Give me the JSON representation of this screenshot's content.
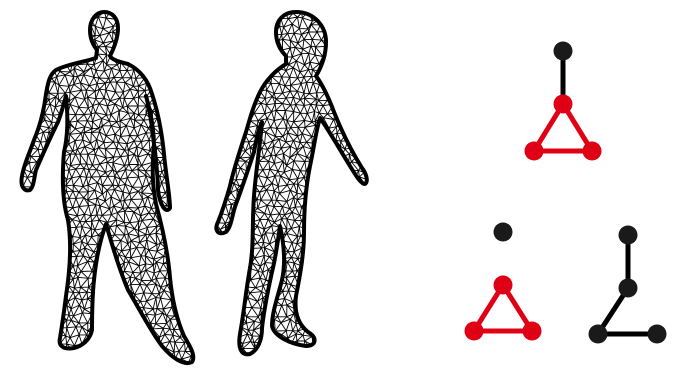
{
  "colors": {
    "background": "#ffffff",
    "mesh_stroke": "#000000",
    "node_black": "#1a1a1a",
    "edge_black": "#000000",
    "node_red": "#e00016",
    "edge_red": "#e00016"
  },
  "figures": [
    {
      "name": "human-mesh-front",
      "kind": "triangulated-mesh",
      "view": "front"
    },
    {
      "name": "human-mesh-side",
      "kind": "triangulated-mesh",
      "view": "three-quarter"
    }
  ],
  "graphs": [
    {
      "name": "graph-top",
      "nodes": [
        {
          "id": "a",
          "color": "black"
        },
        {
          "id": "b",
          "color": "red"
        },
        {
          "id": "c",
          "color": "red"
        },
        {
          "id": "d",
          "color": "red"
        }
      ],
      "edges": [
        {
          "from": "a",
          "to": "b",
          "color": "black"
        },
        {
          "from": "b",
          "to": "c",
          "color": "red"
        },
        {
          "from": "b",
          "to": "d",
          "color": "red"
        },
        {
          "from": "c",
          "to": "d",
          "color": "red"
        }
      ]
    },
    {
      "name": "graph-bottom-left",
      "nodes": [
        {
          "id": "a",
          "color": "black"
        },
        {
          "id": "b",
          "color": "red"
        },
        {
          "id": "c",
          "color": "red"
        },
        {
          "id": "d",
          "color": "red"
        }
      ],
      "edges": [
        {
          "from": "b",
          "to": "c",
          "color": "red"
        },
        {
          "from": "b",
          "to": "d",
          "color": "red"
        },
        {
          "from": "c",
          "to": "d",
          "color": "red"
        }
      ]
    },
    {
      "name": "graph-bottom-right",
      "nodes": [
        {
          "id": "a",
          "color": "black"
        },
        {
          "id": "b",
          "color": "black"
        },
        {
          "id": "c",
          "color": "black"
        },
        {
          "id": "d",
          "color": "black"
        }
      ],
      "edges": [
        {
          "from": "a",
          "to": "b",
          "color": "black"
        },
        {
          "from": "b",
          "to": "c",
          "color": "black"
        },
        {
          "from": "c",
          "to": "d",
          "color": "black"
        }
      ]
    }
  ]
}
